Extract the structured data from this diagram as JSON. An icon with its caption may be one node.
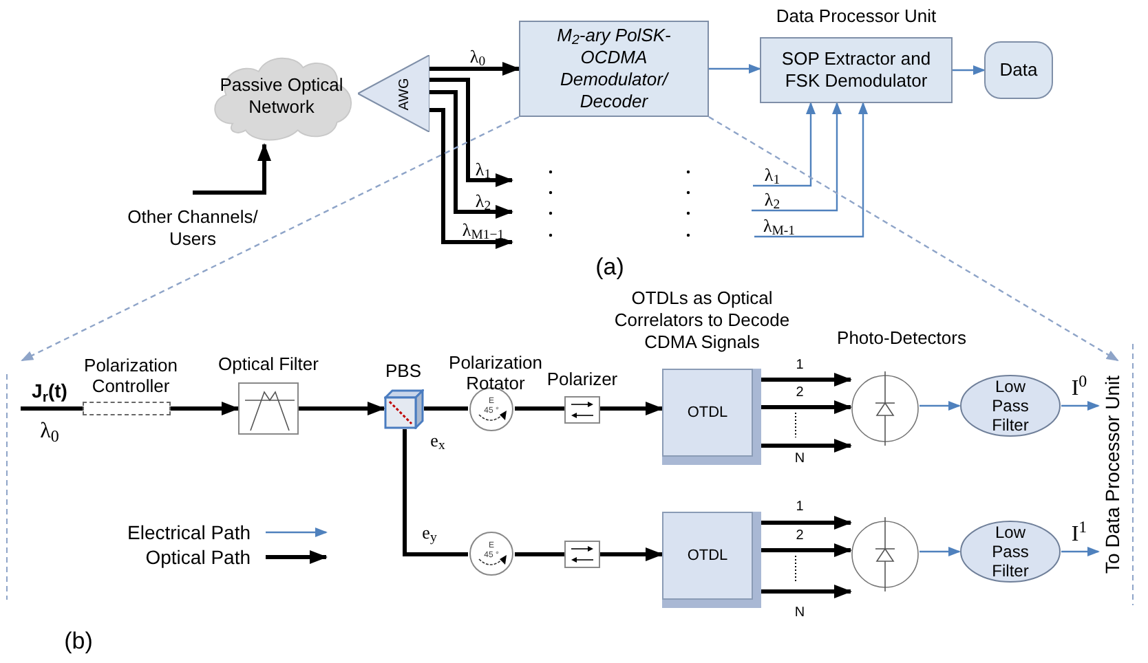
{
  "diagram": {
    "nodes": [
      {
        "text": [
          "Passive Optical Network"
        ]
      },
      {
        "text": [
          "AWG"
        ]
      },
      {
        "text": [
          "M$_{2}$-ary PolSK- OCDMA Demodulator/ Decoder"
        ]
      },
      {
        "text": [
          "SOP Extractor and FSK Demodulator"
        ],
        "beside": [
          "Data Processor Unit"
        ]
      },
      {
        "text": [
          "Data"
        ]
      },
      {
        "text": [
          "Other Channels/ Users"
        ]
      },
      {
        "text": [],
        "shape": "box",
        "beside": [
          "Polarization Controller"
        ]
      },
      {
        "text": [],
        "shape": "box",
        "beside": [
          "Optical Filter"
        ]
      },
      {
        "text": [],
        "shape": "box",
        "beside": [
          "PBS"
        ]
      },
      {
        "text": [
          "E",
          "45 °"
        ],
        "beside": [
          "Polarization Rotator"
        ]
      },
      {
        "text": [],
        "shape": "box",
        "beside": [
          "Polarizer"
        ]
      },
      {
        "text": [
          "OTDL"
        ]
      },
      {
        "text": [],
        "shape": "circle"
      },
      {
        "text": [
          "Low Pass Filter"
        ]
      },
      {
        "text": [
          "E",
          "45 °"
        ]
      },
      {
        "text": [],
        "shape": "box"
      },
      {
        "text": [
          "OTDL"
        ]
      },
      {
        "text": [],
        "shape": "circle"
      },
      {
        "text": [
          "Low Pass Filter"
        ]
      },
      {
        "text": [
          "To Data Processor Unit"
        ]
      }
    ],
    "edges": [
      {
        "from": 5,
        "to": 0,
        "arrow": "to"
      },
      {
        "from": 1,
        "to": 2,
        "arrow": "to",
        "label": "λ$_{0}$"
      },
      {
        "from": 1,
        "to": null,
        "arrow": "to",
        "label": "λ$_{1}$"
      },
      {
        "from": 1,
        "to": null,
        "arrow": "to",
        "label": "λ$_{2}$"
      },
      {
        "from": 1,
        "to": null,
        "arrow": "to",
        "label": "λ$_{M1−1}$"
      },
      {
        "from": 2,
        "to": 3,
        "arrow": "to",
        "color": "#4f81bd"
      },
      {
        "from": 3,
        "to": 4,
        "arrow": "to",
        "color": "#4f81bd"
      },
      {
        "from": null,
        "to": 3,
        "arrow": "to",
        "label": "λ$_{1}$",
        "color": "#4f81bd"
      },
      {
        "from": null,
        "to": 3,
        "arrow": "to",
        "label": "λ$_{2}$",
        "color": "#4f81bd"
      },
      {
        "from": null,
        "to": 3,
        "arrow": "to",
        "label": "λ$_{M-1}$",
        "color": "#4f81bd"
      },
      {
        "from": null,
        "to": 6,
        "arrow": "none",
        "label": "J$_{r}$(t)"
      },
      {
        "from": 6,
        "to": 7,
        "arrow": "to"
      },
      {
        "from": 7,
        "to": 8,
        "arrow": "to"
      },
      {
        "from": 8,
        "to": 9,
        "arrow": "none",
        "label": "e$_{x}$"
      },
      {
        "from": 8,
        "to": 14,
        "arrow": "none",
        "label": "e$_{y}$"
      },
      {
        "from": 9,
        "to": 10,
        "arrow": "none"
      },
      {
        "from": 14,
        "to": 15,
        "arrow": "none"
      },
      {
        "from": 10,
        "to": 11,
        "arrow": "to"
      },
      {
        "from": 15,
        "to": 16,
        "arrow": "to"
      },
      {
        "from": 11,
        "to": 12,
        "arrow": "to",
        "label": "1"
      },
      {
        "from": 11,
        "to": 12,
        "arrow": "to",
        "label": "2"
      },
      {
        "from": 11,
        "to": 12,
        "arrow": "to",
        "label": "N"
      },
      {
        "from": 16,
        "to": 17,
        "arrow": "to",
        "label": "1"
      },
      {
        "from": 16,
        "to": 17,
        "arrow": "to",
        "label": "2"
      },
      {
        "from": 16,
        "to": 17,
        "arrow": "to",
        "label": "N"
      },
      {
        "from": 12,
        "to": 13,
        "arrow": "to",
        "color": "#4f81bd"
      },
      {
        "from": 17,
        "to": 18,
        "arrow": "to",
        "color": "#4f81bd"
      },
      {
        "from": 13,
        "to": 19,
        "arrow": "to",
        "label": "I$^{0}$",
        "color": "#4f81bd"
      },
      {
        "from": 18,
        "to": 19,
        "arrow": "to",
        "label": "I$^{1}$",
        "color": "#4f81bd"
      },
      {
        "from": 2,
        "to": null,
        "arrow": "to",
        "style": "dashed",
        "color": "#8ea4c8"
      },
      {
        "from": 2,
        "to": 19,
        "arrow": "to",
        "style": "dashed",
        "color": "#8ea4c8"
      }
    ],
    "labels": [
      "(a)",
      "OTDLs as Optical Correlators to Decode CDMA Signals",
      "Photo-Detectors",
      "λ$_{0}$",
      "(b)"
    ],
    "legend": [
      {
        "text": "Electrical Path"
      },
      {
        "text": "Optical Path"
      }
    ]
  }
}
